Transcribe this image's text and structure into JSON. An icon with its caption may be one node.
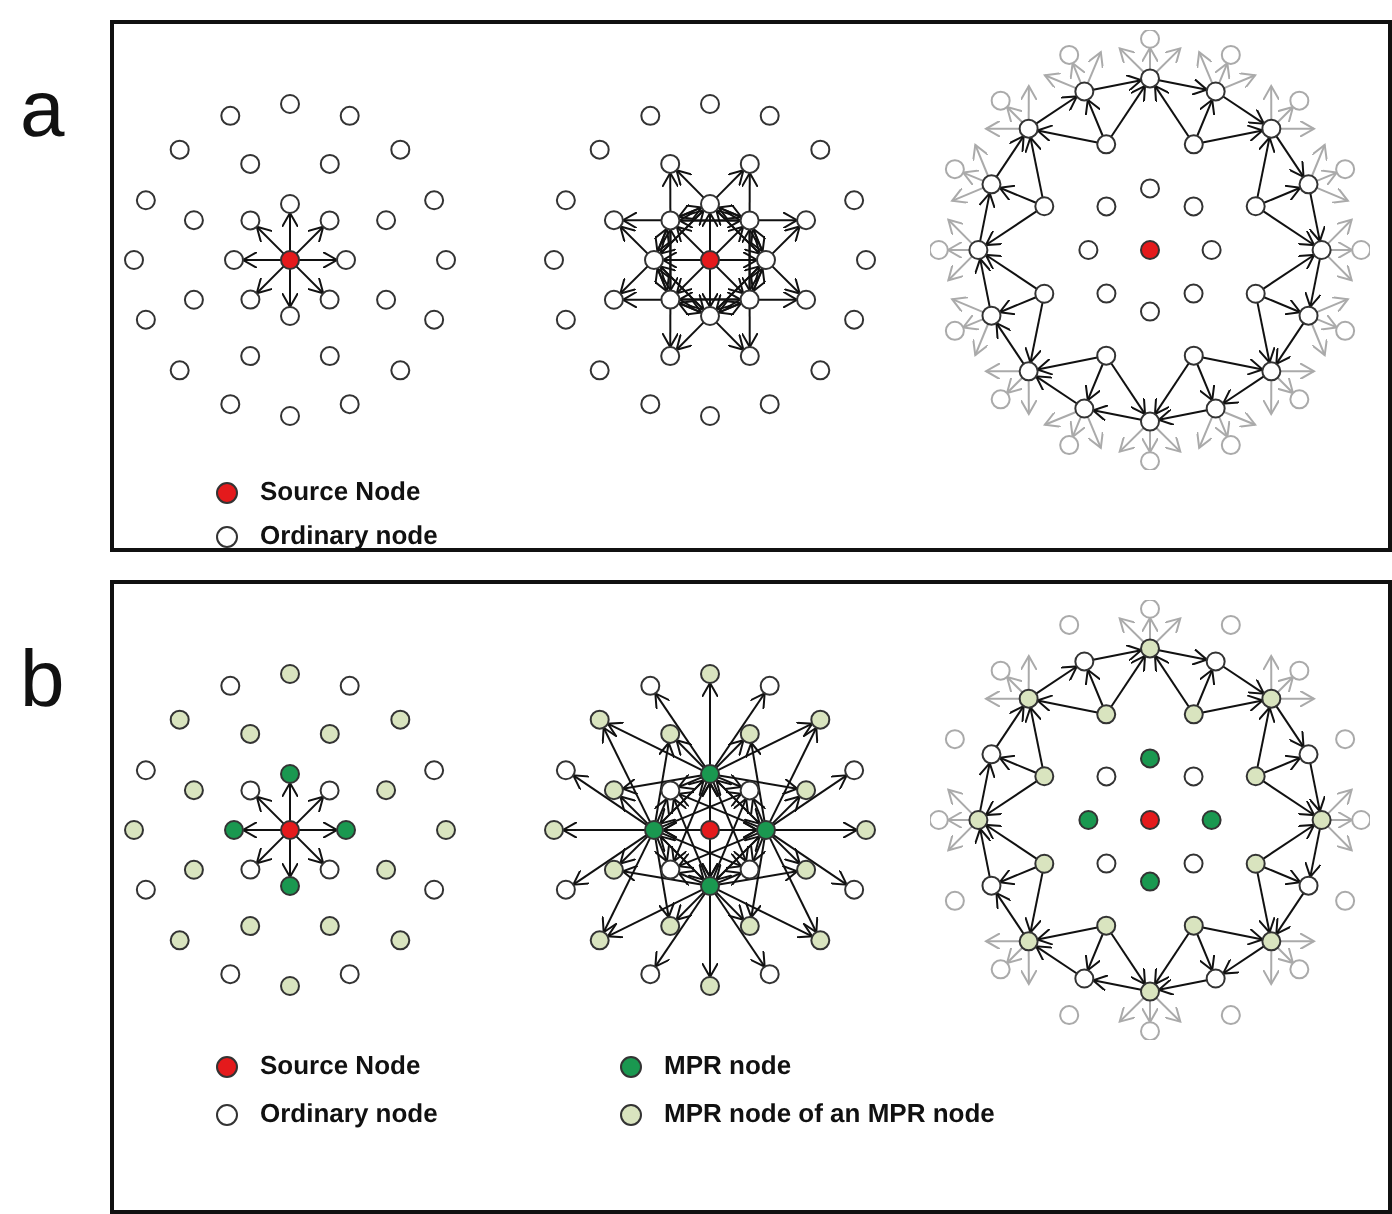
{
  "diagram": {
    "labels": [
      "a",
      "b"
    ],
    "legend": [
      {
        "text": "Source Node",
        "color": "#e41a1c"
      },
      {
        "text": "Ordinary node",
        "color": "#ffffff"
      },
      {
        "text": "Source Node",
        "color": "#e41a1c"
      },
      {
        "text": "MPR node",
        "color": "#1a9850"
      },
      {
        "text": "Ordinary node",
        "color": "#ffffff"
      },
      {
        "text": "MPR node of an MPR node",
        "color": "#d9e4bf"
      }
    ]
  }
}
